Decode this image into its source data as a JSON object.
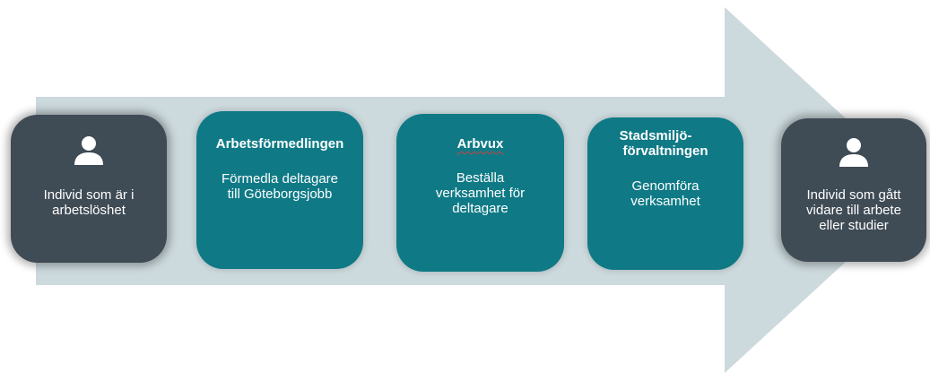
{
  "colors": {
    "arrow": "#ccd9dd",
    "person_box": "#3f4b55",
    "stage_box": "#0f7a86",
    "text": "#ffffff"
  },
  "start": {
    "icon": "user-icon",
    "text_lines": [
      "Individ som är i",
      "arbetslöshet"
    ]
  },
  "stages": [
    {
      "title_lines": [
        "Arbetsförmedlingen"
      ],
      "text_lines": [
        "Förmedla deltagare",
        "till Göteborgsjobb"
      ]
    },
    {
      "title_lines": [
        "Arbvux"
      ],
      "text_lines": [
        "Beställa",
        "verksamhet för",
        "deltagare"
      ]
    },
    {
      "title_lines": [
        "Stadsmiljö-",
        "förvaltningen"
      ],
      "text_lines": [
        "Genomföra",
        "verksamhet"
      ]
    }
  ],
  "end": {
    "icon": "user-icon",
    "text_lines": [
      "Individ som gått",
      "vidare till arbete",
      "eller studier"
    ]
  }
}
